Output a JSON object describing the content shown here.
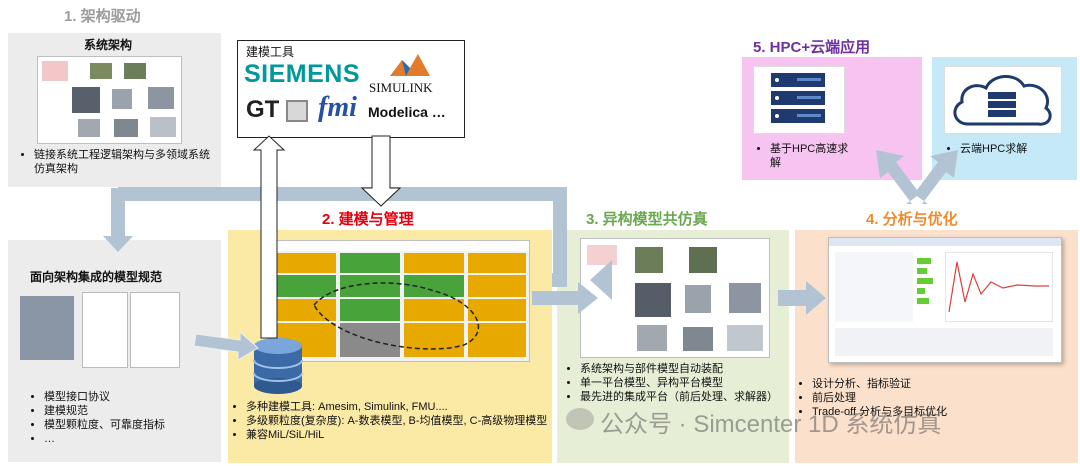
{
  "section1": {
    "title": "1. 架构驱动",
    "system_arch_title": "系统架构",
    "system_arch_bullets": [
      "链接系统工程逻辑架构与多领域系统仿真架构"
    ],
    "model_spec_title": "面向架构集成的模型规范",
    "model_spec_bullets": [
      "模型接口协议",
      "建模规范",
      "模型颗粒度、可靠度指标",
      "…"
    ]
  },
  "tools": {
    "label": "建模工具",
    "siemens": "SIEMENS",
    "simulink": "SIMULINK",
    "gt": "GT",
    "fmi": "fmi",
    "modelica": "Modelica …"
  },
  "section2": {
    "title": "2. 建模与管理",
    "bullets": [
      "多种建模工具: Amesim, Simulink, FMU....",
      "多级颗粒度(复杂度): A-数表模型, B-均值模型, C-高级物理模型",
      "兼容MiL/SiL/HiL"
    ]
  },
  "section3": {
    "title": "3. 异构模型共仿真",
    "bullets": [
      "系统架构与部件模型自动装配",
      "单一平台模型、异构平台模型",
      "最先进的集成平台（前后处理、求解器）"
    ]
  },
  "section4": {
    "title": "4. 分析与优化",
    "bullets": [
      "设计分析、指标验证",
      "前后处理",
      "Trade-off 分析与多目标优化"
    ]
  },
  "section5": {
    "title": "5. HPC+云端应用",
    "hpc_bullets": [
      "基于HPC高速求解"
    ],
    "cloud_bullets": [
      "云端HPC求解"
    ]
  },
  "watermark": "公众号 · Simcenter 1D 系统仿真",
  "colors": {
    "gray_panel": "#ececec",
    "yellow_panel": "#fbe9a6",
    "green_panel": "#e6efd6",
    "peach_panel": "#fbe0cc",
    "pink_panel": "#f7c4f2",
    "blue_panel": "#c6e9f7",
    "arrow": "#b2c4d3",
    "title_red": "#e3000f",
    "title_green": "#6aa84f",
    "title_orange": "#f08a2c",
    "title_purple": "#7030a0",
    "title_gray": "#9c9c9c",
    "siemens": "#009999"
  }
}
